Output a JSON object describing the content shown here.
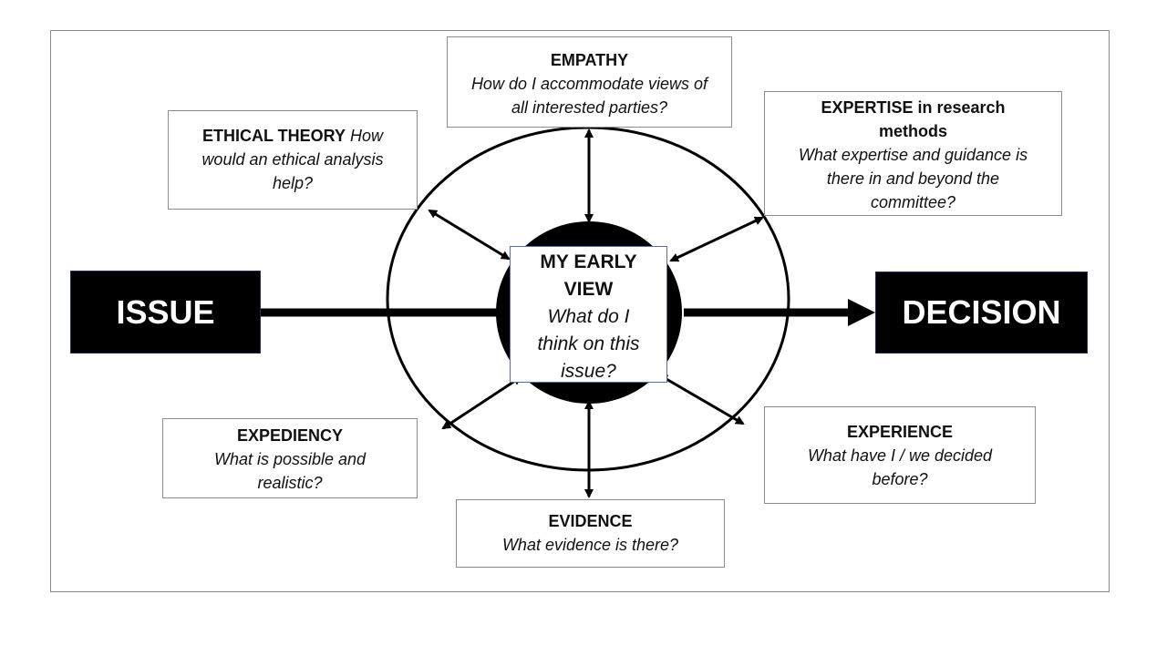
{
  "issue": {
    "label": "ISSUE"
  },
  "decision": {
    "label": "DECISION"
  },
  "center": {
    "title": "MY EARLY VIEW",
    "question": "What do I think on this issue?"
  },
  "nodes": {
    "empathy": {
      "title": "EMPATHY",
      "question": "How do I accommodate views of all interested parties?"
    },
    "ethical_theory": {
      "title": "ETHICAL THEORY",
      "question": "How would an ethical analysis help?"
    },
    "expertise": {
      "title": "EXPERTISE in research methods",
      "question": "What expertise and guidance is there in and beyond the committee?"
    },
    "expediency": {
      "title": "EXPEDIENCY",
      "question": "What is possible and realistic?"
    },
    "experience": {
      "title": "EXPERIENCE",
      "question": "What have I / we decided before?"
    },
    "evidence": {
      "title": "EVIDENCE",
      "question": "What evidence is there?"
    }
  }
}
